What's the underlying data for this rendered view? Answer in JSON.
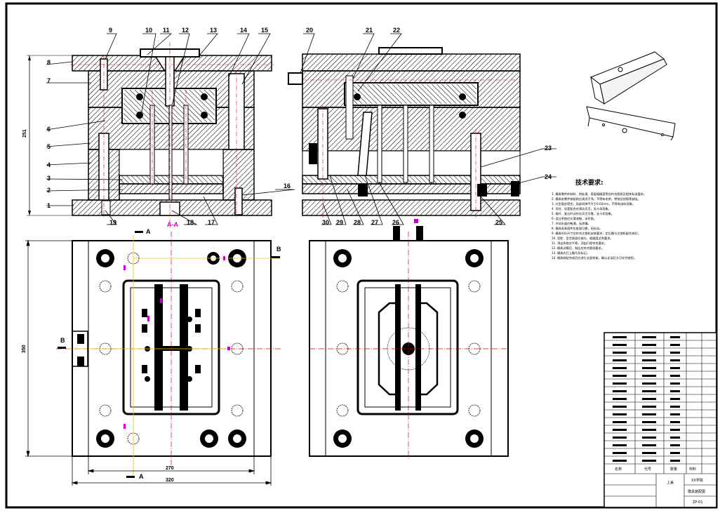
{
  "left_labels": [
    "8",
    "7",
    "6",
    "5",
    "4",
    "3",
    "2",
    "1"
  ],
  "top_labels_left": [
    "9",
    "10",
    "11",
    "12",
    "13",
    "14",
    "15"
  ],
  "top_labels_right": [
    "20",
    "21",
    "22"
  ],
  "bottom_labels_left": [
    "19",
    "18",
    "17",
    "16"
  ],
  "bottom_labels_right": [
    "30",
    "29",
    "28",
    "27",
    "26",
    "25"
  ],
  "right_labels": [
    "23",
    "24"
  ],
  "dimensions": {
    "height_left": "251",
    "height_plan": "350",
    "width_inner": "270",
    "width_outer": "320"
  },
  "section_markers": {
    "a": "A",
    "b": "B",
    "a_mark": "A-A"
  },
  "tech_req": {
    "title": "技术要求:",
    "lines": [
      "1. 模具零件的材料、热处理、表面粗糙度等应符合图纸及相关标准要求。",
      "2. 模具各零件装配前应清洗干净，不得有毛刺、锈蚀及划痕等缺陷。",
      "3. 分型面应密合，局部间隙不大于0.02mm，不得有溢料现象。",
      "4. 导柱、导套配合应滑动灵活，无卡滞现象。",
      "5. 推杆、复位杆动作应灵活可靠，无卡死现象。",
      "6. 浇注系统应光滑流畅，无死角。",
      "7. 冷却水道应畅通，无渗漏。",
      "8. 模具各紧固件应紧固可靠，无松动。",
      "9. 模具外形尺寸应符合注塑机安装要求，定位圈与注塑机配合良好。",
      "10. 型腔、型芯表面应抛光，粗糙度达到要求。",
      "11. 顶出系统应平稳，顶出行程符合要求。",
      "12. 模具试模后，制品应符合图纸要求。",
      "13. 模具应打上编号及标记。",
      "14. 模具装配完成后应进行全面检查，确认无误后方可交付使用。"
    ]
  },
  "title_block": {
    "col_headers": [
      "名称",
      "代号",
      "数量",
      "材料"
    ],
    "part_name": "上盖",
    "drawing_title": "模具装配图",
    "drawing_no": "ZP-01",
    "school": "XX学院"
  },
  "colors": {
    "outline": "#000000",
    "centerline": "#e00000",
    "projection": "#e0c800",
    "marker": "#cc00cc",
    "hatch": "#000000"
  }
}
